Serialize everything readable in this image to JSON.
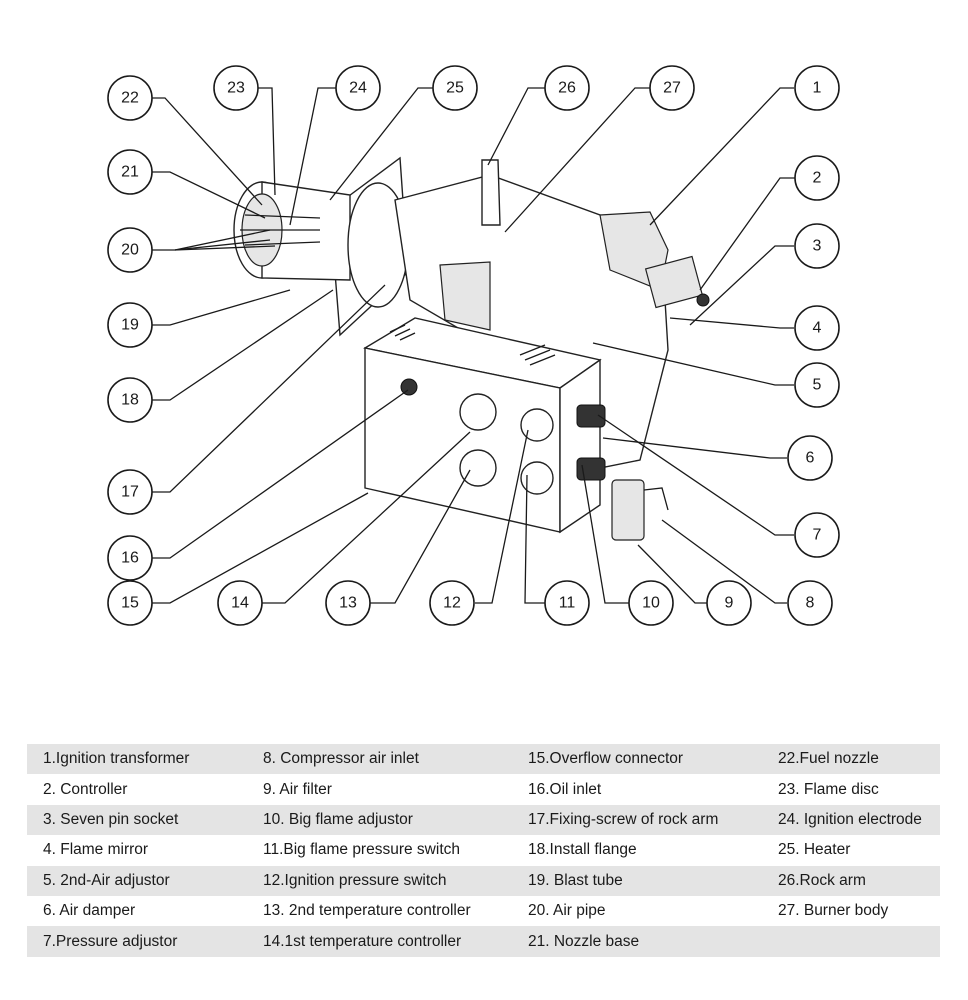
{
  "callouts": [
    "1",
    "2",
    "3",
    "4",
    "5",
    "6",
    "7",
    "8",
    "9",
    "10",
    "11",
    "12",
    "13",
    "14",
    "15",
    "16",
    "17",
    "18",
    "19",
    "20",
    "21",
    "22",
    "23",
    "24",
    "25",
    "26",
    "27"
  ],
  "legend": {
    "rows": [
      [
        "1.Ignition transformer",
        "8. Compressor air inlet",
        "15.Overflow connector",
        "22.Fuel nozzle"
      ],
      [
        "2. Controller",
        "9. Air filter",
        "16.Oil inlet",
        "23. Flame disc"
      ],
      [
        "3. Seven pin socket",
        "10. Big flame adjustor",
        "17.Fixing-screw of rock arm",
        "24. Ignition electrode"
      ],
      [
        "4. Flame mirror",
        "11.Big flame pressure switch",
        "18.Install flange",
        "25. Heater"
      ],
      [
        "5. 2nd-Air adjustor",
        "12.Ignition pressure switch",
        "19. Blast tube",
        "26.Rock arm"
      ],
      [
        "6. Air damper",
        "13. 2nd temperature controller",
        "20. Air pipe",
        "27. Burner body"
      ],
      [
        "7.Pressure adjustor",
        "14.1st temperature controller",
        "21. Nozzle base",
        ""
      ]
    ]
  },
  "colors": {
    "line": "#1a1a1a",
    "stripe": "#e4e4e4",
    "background": "#ffffff"
  }
}
